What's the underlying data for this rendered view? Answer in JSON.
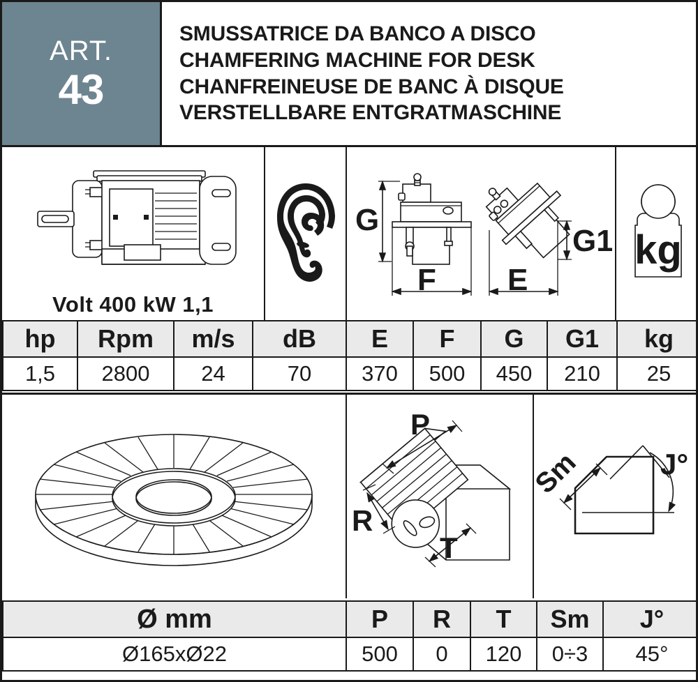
{
  "header": {
    "art_label": "ART.",
    "art_number": "43",
    "badge_color": "#6d8590",
    "titles": [
      "SMUSSATRICE DA BANCO A DISCO",
      "CHAMFERING MACHINE FOR DESK",
      "CHANFREINEUSE DE BANC À DISQUE",
      "VERSTELLBARE ENTGRATMASCHINE"
    ]
  },
  "pictograms": {
    "motor": {
      "icon": "electric-motor-icon",
      "caption": "Volt 400 kW 1,1"
    },
    "noise": {
      "icon": "ear-icon"
    },
    "weight": {
      "icon": "weight-kg-icon",
      "label": "kg"
    },
    "dimension_labels": {
      "height": "G",
      "width": "F",
      "depth": "E",
      "tilt_height": "G1"
    },
    "working_labels": {
      "p": "P",
      "r": "R",
      "t": "T"
    },
    "chamfer_labels": {
      "sm": "Sm",
      "angle": "J°"
    }
  },
  "spec_table": {
    "headers": [
      "hp",
      "Rpm",
      "m/s",
      "dB",
      "E",
      "F",
      "G",
      "G1",
      "kg"
    ],
    "values": [
      "1,5",
      "2800",
      "24",
      "70",
      "370",
      "500",
      "450",
      "210",
      "25"
    ]
  },
  "dim_table": {
    "headers": [
      "Ø mm",
      "P",
      "R",
      "T",
      "Sm",
      "J°"
    ],
    "values": [
      "Ø165xØ22",
      "500",
      "0",
      "120",
      "0÷3",
      "45°"
    ]
  },
  "colors": {
    "badge": "#6d8590",
    "rule": "#1a1a1a",
    "header_cell": "#eaeaea",
    "paper": "#ffffff"
  }
}
